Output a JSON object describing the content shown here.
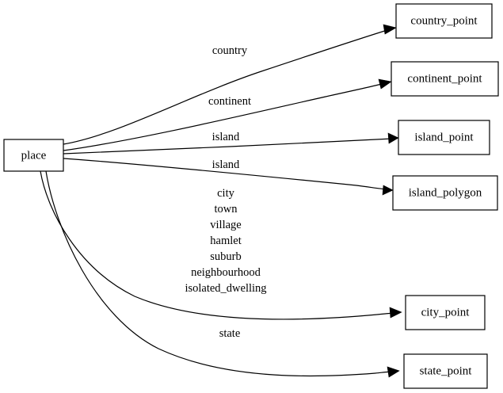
{
  "diagram": {
    "type": "directed-graph",
    "title": "place",
    "background_color": "#ffffff",
    "line_color": "#000000",
    "text_color": "#000000",
    "source_node": {
      "id": "place",
      "label": "place"
    },
    "nodes": [
      {
        "id": "place",
        "label": "place"
      },
      {
        "id": "country_point",
        "label": "country_point"
      },
      {
        "id": "continent_point",
        "label": "continent_point"
      },
      {
        "id": "island_point",
        "label": "island_point"
      },
      {
        "id": "island_polygon",
        "label": "island_polygon"
      },
      {
        "id": "city_point",
        "label": "city_point"
      },
      {
        "id": "state_point",
        "label": "state_point"
      }
    ],
    "edges": [
      {
        "from": "place",
        "to": "country_point",
        "label": "country",
        "label_lines": [
          "country"
        ]
      },
      {
        "from": "place",
        "to": "continent_point",
        "label": "continent",
        "label_lines": [
          "continent"
        ]
      },
      {
        "from": "place",
        "to": "island_point",
        "label": "island",
        "label_lines": [
          "island"
        ]
      },
      {
        "from": "place",
        "to": "island_polygon",
        "label": "island",
        "label_lines": [
          "island"
        ]
      },
      {
        "from": "place",
        "to": "city_point",
        "label": "city town village hamlet suburb neighbourhood isolated_dwelling",
        "label_lines": [
          "city",
          "town",
          "village",
          "hamlet",
          "suburb",
          "neighbourhood",
          "isolated_dwelling"
        ]
      },
      {
        "from": "place",
        "to": "state_point",
        "label": "state",
        "label_lines": [
          "state"
        ]
      }
    ]
  }
}
